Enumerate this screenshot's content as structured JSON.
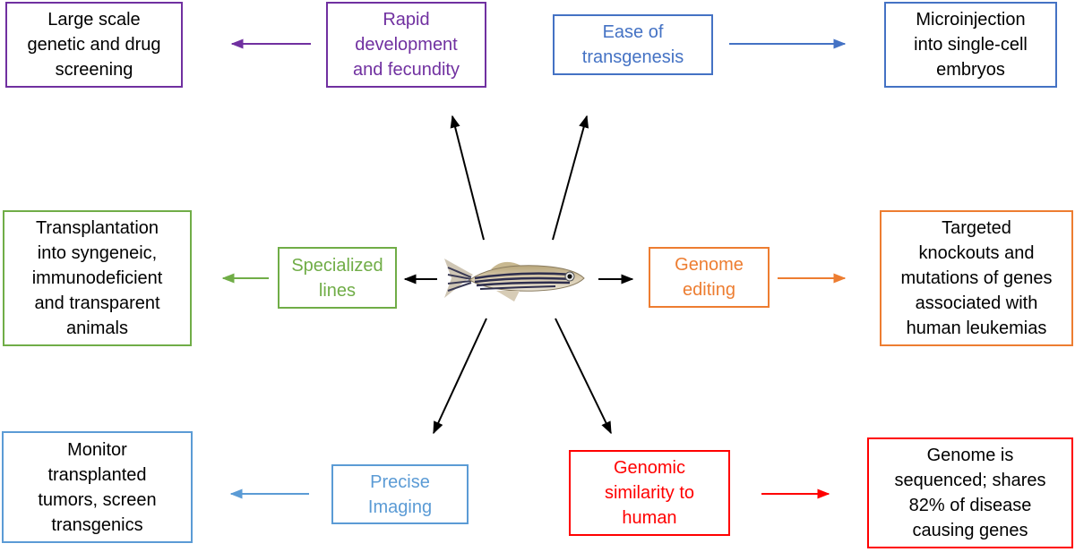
{
  "colors": {
    "purple": "#7030a0",
    "blue": "#4472c4",
    "green": "#70ad47",
    "orange": "#ed7d31",
    "lightblue": "#5b9bd5",
    "red": "#ff0000",
    "black": "#000000"
  },
  "center": {
    "icon": "zebrafish-image"
  },
  "features": {
    "rapid_development": "Rapid\ndevelopment\nand fecundity",
    "ease_transgenesis": "Ease of\ntransgenesis",
    "specialized_lines": "Specialized\nlines",
    "genome_editing": "Genome\nediting",
    "precise_imaging": "Precise\nImaging",
    "genomic_similarity": "Genomic\nsimilarity to\nhuman"
  },
  "outcomes": {
    "screening": "Large scale\ngenetic and drug\nscreening",
    "microinjection": "Microinjection\ninto single-cell\nembryos",
    "transplantation": "Transplantation\ninto syngeneic,\nimmunodeficient\nand transparent\nanimals",
    "knockouts": "Targeted\nknockouts and\nmutations of genes\nassociated with\nhuman leukemias",
    "monitor": "Monitor\ntransplanted\ntumors, screen\ntransgenics",
    "sequenced": "Genome is\nsequenced; shares\n82% of disease\ncausing genes"
  }
}
